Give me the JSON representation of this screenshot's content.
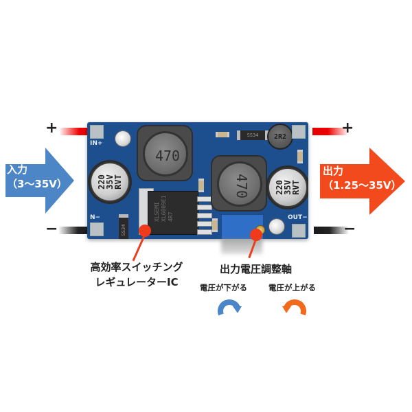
{
  "input": {
    "arrow_label_line1": "入力",
    "arrow_label_line2": "（3〜35V）",
    "arrow_color": "#4d86c6",
    "plus_sign": "+",
    "minus_sign": "−"
  },
  "output": {
    "arrow_label_line1": "出力",
    "arrow_label_line2": "（1.25〜35V）",
    "arrow_color": "#f24a1d",
    "plus_sign": "+",
    "minus_sign": "−"
  },
  "board": {
    "silk_in_plus": "IN+",
    "silk_in_minus": "N−",
    "silk_out_minus": "OUT−",
    "input_capacitor": "220\n35V\nRVT",
    "output_capacitor": "220\n35V\nRVT",
    "inductor_left": "470",
    "inductor_right": "470",
    "small_inductor": "2R2",
    "diode_top": "SS34",
    "diode_left": "SS34",
    "ic_marking": "XLSEMI\nXL6009E1\n4R7"
  },
  "callouts": {
    "ic_label_line1": "高効率スイッチング",
    "ic_label_line2": "レギュレーターIC",
    "pot_label": "出力電圧調整軸",
    "ccw_label": "電圧が下がる",
    "cw_label": "電圧が上がる",
    "ccw_icon_color": "#4a86c8",
    "cw_icon_color": "#f26b1d",
    "pointer_color": "#f03a1c"
  }
}
